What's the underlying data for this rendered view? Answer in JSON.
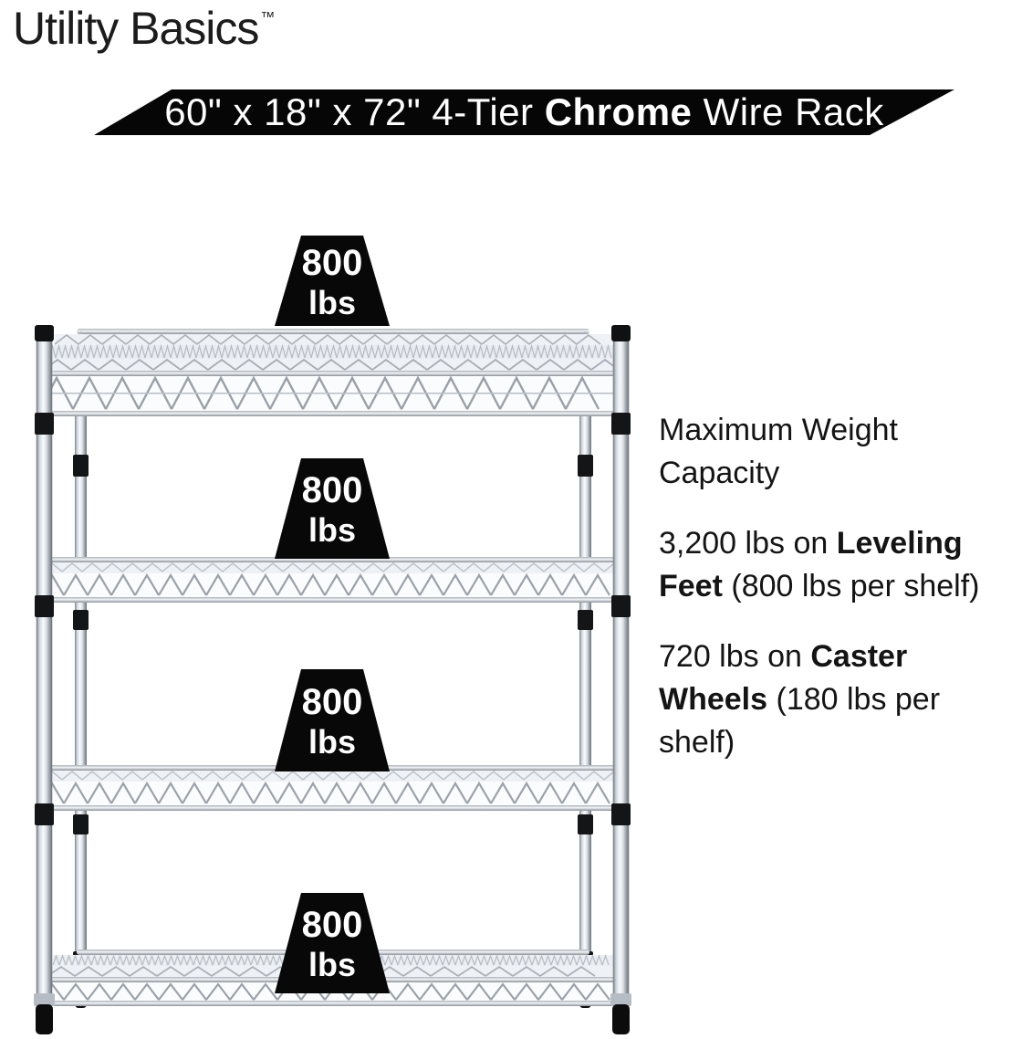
{
  "brand": {
    "name": "Utility Basics",
    "trademark": "™"
  },
  "banner": {
    "prefix": "60\" x 18\" x 72\" 4-Tier ",
    "highlight": "Chrome",
    "suffix": " Wire Rack"
  },
  "weight_markers": [
    {
      "value": "800",
      "unit": "lbs"
    },
    {
      "value": "800",
      "unit": "lbs"
    },
    {
      "value": "800",
      "unit": "lbs"
    },
    {
      "value": "800",
      "unit": "lbs"
    }
  ],
  "info": {
    "heading": "Maximum Weight Capacity",
    "specs": [
      {
        "prefix": "3,200 lbs on ",
        "bold": "Leveling Feet",
        "suffix": " (800 lbs per shelf)"
      },
      {
        "prefix": "720 lbs on ",
        "bold": "Caster Wheels",
        "suffix": " (180 lbs per shelf)"
      }
    ]
  },
  "colors": {
    "banner_bg": "#060606",
    "marker_bg": "#080808",
    "text": "#141414",
    "chrome_light": "#f8fbfd",
    "chrome_dark": "#6d737a"
  }
}
